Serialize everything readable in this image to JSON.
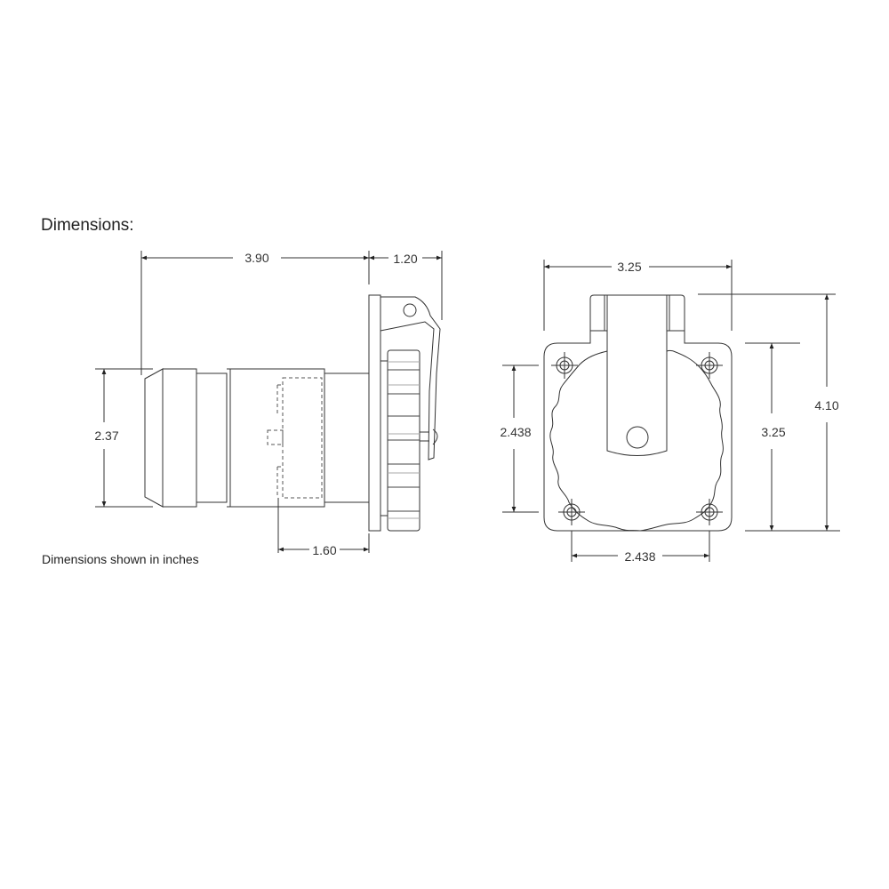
{
  "title": "Dimensions:",
  "note": "Dimensions shown in inches",
  "side_view": {
    "overall_length": "3.90",
    "flange_to_cover": "1.20",
    "body_diameter": "2.37",
    "flange_depth": "1.60"
  },
  "front_view": {
    "plate_width": "3.25",
    "overall_height": "4.10",
    "plate_height": "3.25",
    "hole_spacing_vertical": "2.438",
    "hole_spacing_horizontal": "2.438"
  },
  "colors": {
    "line": "#333333",
    "background": "#ffffff"
  }
}
